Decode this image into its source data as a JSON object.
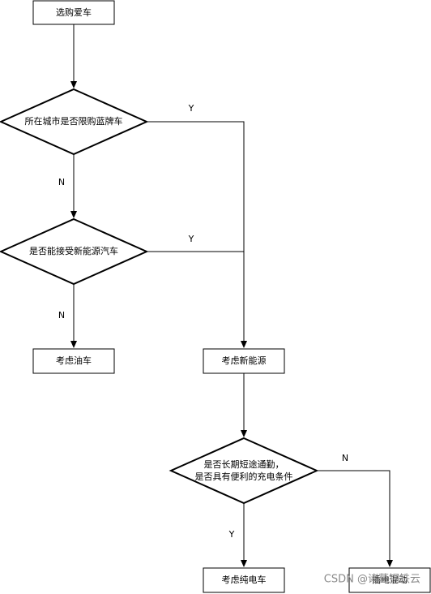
{
  "nodes": {
    "start": "选购爱车",
    "q_city": "所在城市是否限购蓝牌车",
    "q_accept_ev": "是否能接受新能源汽车",
    "fuel_car": "考虑油车",
    "new_energy": "考虑新能源",
    "q_commute_line1": "是否长期短途通勤，",
    "q_commute_line2": "是否具有便利的充电条件",
    "pure_ev": "考虑纯电车",
    "hybrid": "插电混动"
  },
  "edges": {
    "city_yes": "Y",
    "city_no": "N",
    "accept_yes": "Y",
    "accept_no": "N",
    "commute_yes": "Y",
    "commute_no": "N"
  },
  "watermark": "CSDN @诸葛钢铁云"
}
